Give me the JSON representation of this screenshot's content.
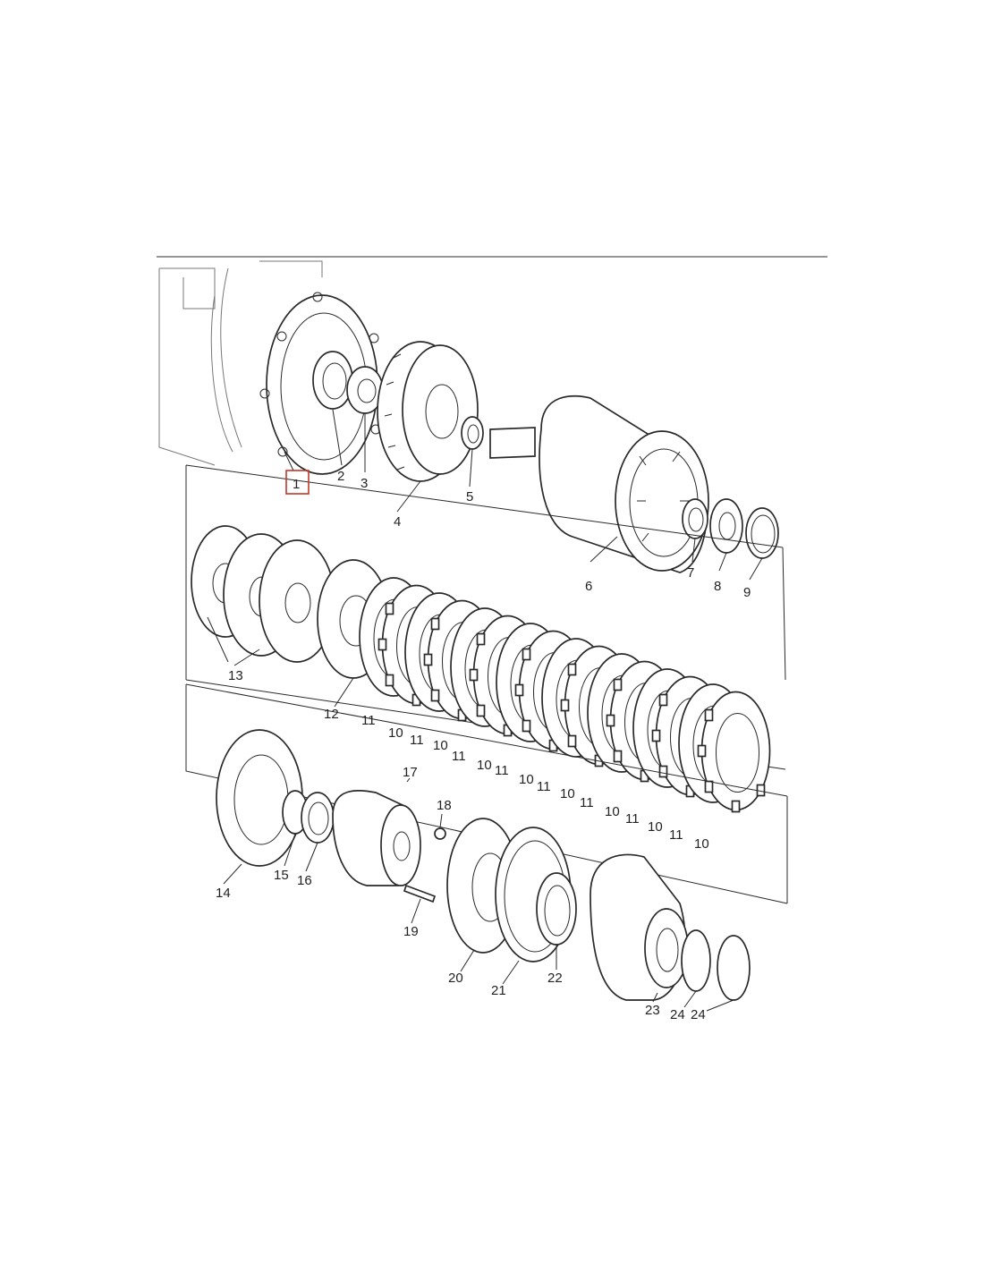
{
  "diagram": {
    "highlight_color": "#c0392b",
    "line_color": "#2a2a2a",
    "highlighted_callout": "1",
    "callouts": {
      "c1": "1",
      "c2": "2",
      "c3": "3",
      "c4": "4",
      "c5": "5",
      "c6": "6",
      "c7": "7",
      "c8": "8",
      "c9": "9",
      "c12": "12",
      "c13": "13",
      "c14": "14",
      "c15": "15",
      "c16": "16",
      "c17": "17",
      "c18": "18",
      "c19": "19",
      "c20": "20",
      "c21": "21",
      "c22": "22",
      "c23": "23",
      "c24a": "24",
      "c24b": "24",
      "c10": "10",
      "c11": "11"
    }
  }
}
